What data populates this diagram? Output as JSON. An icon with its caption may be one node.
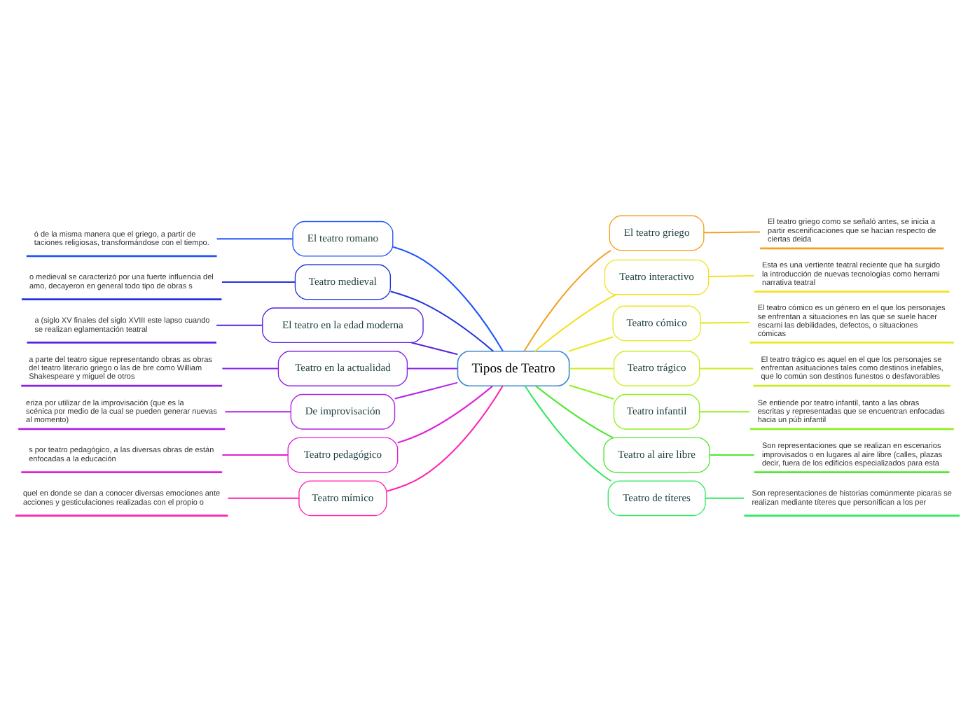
{
  "diagram": {
    "nodes": [
      {
        "text": [
          "Tipos de Teatro"
        ]
      },
      {
        "text": [
          "El teatro romano"
        ]
      },
      {
        "text": [
          "Teatro medieval"
        ]
      },
      {
        "text": [
          "El teatro en la edad moderna"
        ]
      },
      {
        "text": [
          "Teatro en la actualidad"
        ]
      },
      {
        "text": [
          "De improvisación"
        ]
      },
      {
        "text": [
          "Teatro pedagógico"
        ]
      },
      {
        "text": [
          "Teatro mímico"
        ]
      },
      {
        "text": [
          "El teatro griego"
        ]
      },
      {
        "text": [
          "Teatro interactivo"
        ]
      },
      {
        "text": [
          "Teatro cómico"
        ]
      },
      {
        "text": [
          "Teatro trágico"
        ]
      },
      {
        "text": [
          "Teatro infantil"
        ]
      },
      {
        "text": [
          "Teatro al aire libre"
        ]
      },
      {
        "text": [
          "Teatro de títeres"
        ]
      },
      {
        "text": [
          "ó de la misma manera que el griego, a partir de taciones religiosas, transformándose con el tiempo."
        ]
      },
      {
        "text": [
          "o medieval se caracterizó por una fuerte influencia del amo, decayeron en general todo tipo de obras s"
        ]
      },
      {
        "text": [
          "a (siglo XV finales del siglo XVIII este lapso cuando se realizan eglamentación teatral"
        ]
      },
      {
        "text": [
          "a parte del teatro sigue representando obras as obras del teatro literario griego o las de bre como William Shakespeare y miguel de otros"
        ]
      },
      {
        "text": [
          "eriza por utilizar de la improvisación (que es la scénica por medio de la cual se pueden generar nuevas al momento)"
        ]
      },
      {
        "text": [
          "s por teatro pedagógico, a las diversas obras de están enfocadas a la educación"
        ]
      },
      {
        "text": [
          "quel en donde se dan a conocer diversas emociones ante acciones y gesticulaciones realizadas con el propio o"
        ]
      },
      {
        "text": [
          "El teatro griego como se señaló antes, se inicia a partir escenificaciones que se hacian respecto de ciertas deida"
        ]
      },
      {
        "text": [
          "Esta es una vertiente teatral reciente que ha surgido la introducción de nuevas tecnologías como herrami narrativa teatral"
        ]
      },
      {
        "text": [
          "El teatro cómico es un género en el que los personajes se enfrentan a situaciones en las que se suele hacer escarni las debilidades, defectos, o situaciones cómicas"
        ]
      },
      {
        "text": [
          "El teatro trágico es aquel en el que los personajes se enfrentan asituaciones tales como destinos inefables, que lo común son destinos funestos o desfavorables"
        ]
      },
      {
        "text": [
          "Se entiende por teatro infantil, tanto a las obras escritas y representadas que se encuentran enfocadas hacia un púb infantil"
        ]
      },
      {
        "text": [
          "Son representaciones que se realizan en escenarios improvisados o en lugares al aire libre (calles, plazas decir, fuera de los edificios especializados para esta"
        ]
      },
      {
        "text": [
          "Son representaciones de historias comúnmente picaras se realizan mediante títeres que personifican a los per"
        ]
      }
    ],
    "edges": [
      {
        "from": 1,
        "to": 0,
        "arrow": "none",
        "color": "#2255ff"
      },
      {
        "from": 2,
        "to": 0,
        "arrow": "none",
        "color": "#2233dd"
      },
      {
        "from": 3,
        "to": 0,
        "arrow": "none",
        "color": "#5a22e0"
      },
      {
        "from": 4,
        "to": 0,
        "arrow": "none",
        "color": "#8a22e8"
      },
      {
        "from": 5,
        "to": 0,
        "arrow": "none",
        "color": "#b022e8"
      },
      {
        "from": 6,
        "to": 0,
        "arrow": "none",
        "color": "#e022d8"
      },
      {
        "from": 7,
        "to": 0,
        "arrow": "none",
        "color": "#ff22b0"
      },
      {
        "from": 0,
        "to": 8,
        "arrow": "none",
        "color": "#f5a020"
      },
      {
        "from": 0,
        "to": 9,
        "arrow": "none",
        "color": "#f5e020"
      },
      {
        "from": 0,
        "to": 10,
        "arrow": "none",
        "color": "#e8e820"
      },
      {
        "from": 0,
        "to": 11,
        "arrow": "none",
        "color": "#c8f020"
      },
      {
        "from": 0,
        "to": 12,
        "arrow": "none",
        "color": "#90f020"
      },
      {
        "from": 0,
        "to": 13,
        "arrow": "none",
        "color": "#50e830"
      },
      {
        "from": 0,
        "to": 14,
        "arrow": "none",
        "color": "#30e860"
      },
      {
        "from": 15,
        "to": 1,
        "arrow": "none",
        "color": "#2255ff"
      },
      {
        "from": 16,
        "to": 2,
        "arrow": "none",
        "color": "#2233dd"
      },
      {
        "from": 17,
        "to": 3,
        "arrow": "none",
        "color": "#5a22e0"
      },
      {
        "from": 18,
        "to": 4,
        "arrow": "none",
        "color": "#8a22e8"
      },
      {
        "from": 19,
        "to": 5,
        "arrow": "none",
        "color": "#b022e8"
      },
      {
        "from": 20,
        "to": 6,
        "arrow": "none",
        "color": "#e022d8"
      },
      {
        "from": 21,
        "to": 7,
        "arrow": "none",
        "color": "#ff22b0"
      },
      {
        "from": 8,
        "to": 22,
        "arrow": "none",
        "color": "#f5a020"
      },
      {
        "from": 9,
        "to": 23,
        "arrow": "none",
        "color": "#f5e020"
      },
      {
        "from": 10,
        "to": 24,
        "arrow": "none",
        "color": "#e8e820"
      },
      {
        "from": 11,
        "to": 25,
        "arrow": "none",
        "color": "#c8f020"
      },
      {
        "from": 12,
        "to": 26,
        "arrow": "none",
        "color": "#90f020"
      },
      {
        "from": 13,
        "to": 27,
        "arrow": "none",
        "color": "#50e830"
      },
      {
        "from": 14,
        "to": 28,
        "arrow": "none",
        "color": "#30e860"
      }
    ]
  }
}
